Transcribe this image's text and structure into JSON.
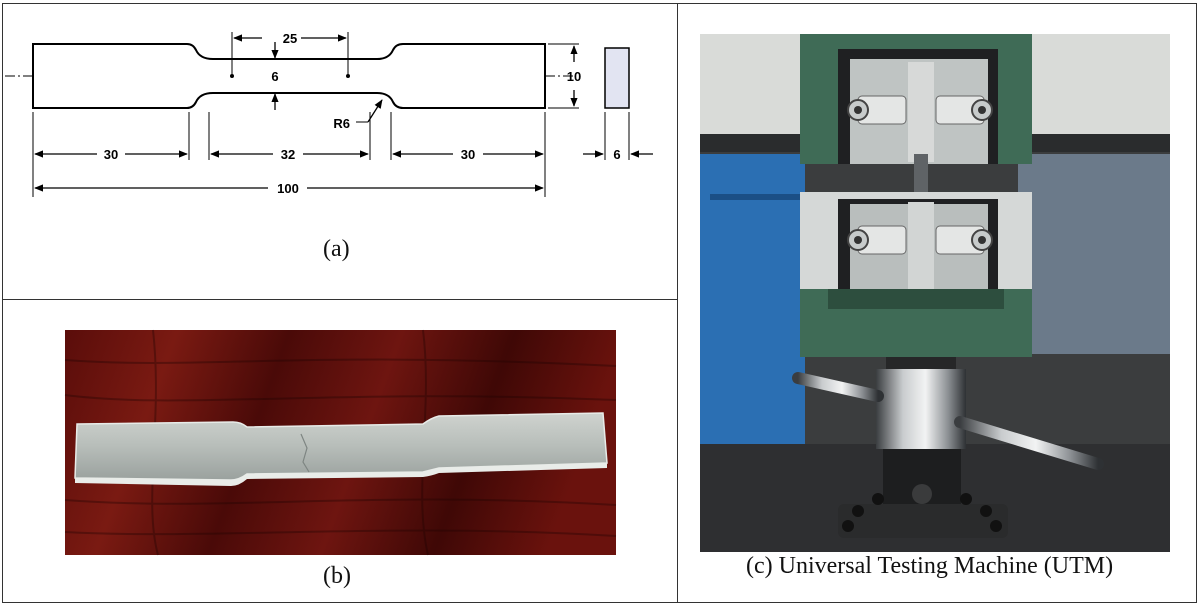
{
  "panel_a": {
    "caption": "(a)",
    "dimensions": {
      "gauge_length": "25",
      "gauge_width": "6",
      "overall_height": "10",
      "fillet_radius": "R6",
      "grip_left": "30",
      "reduced_section": "32",
      "grip_right": "30",
      "overall_length": "100",
      "thickness": "6"
    }
  },
  "panel_b": {
    "caption": "(b)"
  },
  "panel_c": {
    "caption": "(c) Universal Testing Machine (UTM)"
  }
}
